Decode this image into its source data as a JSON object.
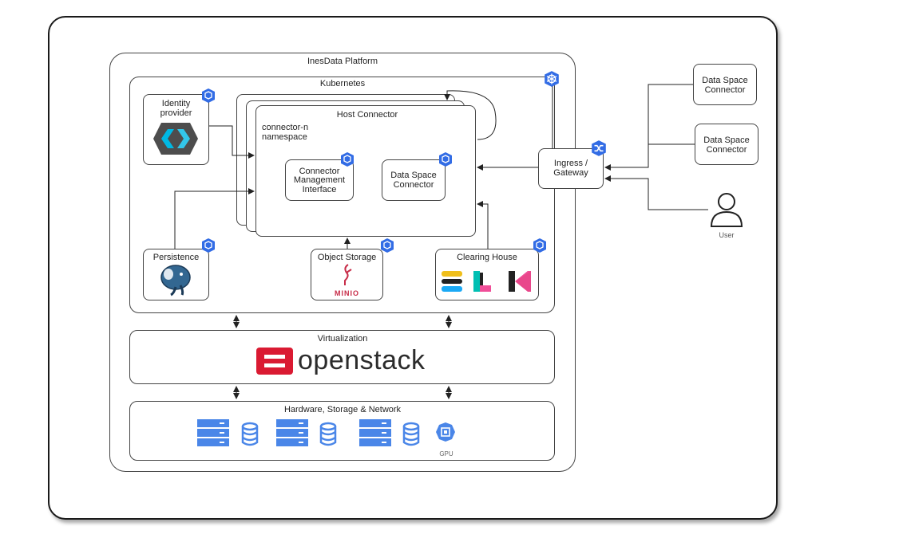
{
  "platform": {
    "title": "InesData Platform"
  },
  "kubernetes": {
    "title": "Kubernetes"
  },
  "namespace": {
    "host_title": "Host Connector",
    "label_line1": "connector-n",
    "label_line2": "namespace"
  },
  "services": {
    "identity": {
      "line1": "Identity",
      "line2": "provider"
    },
    "connector_mgmt": {
      "line1": "Connector",
      "line2": "Management",
      "line3": "Interface"
    },
    "ds_connector_inner": {
      "line1": "Data Space",
      "line2": "Connector"
    },
    "persistence": {
      "title": "Persistence"
    },
    "object_storage": {
      "title": "Object Storage",
      "logo_text": "MINIO"
    },
    "clearing_house": {
      "title": "Clearing House"
    }
  },
  "ingress": {
    "line1": "Ingress /",
    "line2": "Gateway"
  },
  "external": {
    "connector1": {
      "line1": "Data Space",
      "line2": "Connector"
    },
    "connector2": {
      "line1": "Data Space",
      "line2": "Connector"
    },
    "user": {
      "label": "User"
    }
  },
  "virtualization": {
    "title": "Virtualization",
    "logo_text": "openstack"
  },
  "hardware": {
    "title": "Hardware, Storage & Network",
    "gpu_label": "GPU"
  },
  "colors": {
    "k8s_blue": "#326ce5",
    "openstack_red": "#da1a32",
    "server_blue": "#4a86e8",
    "minio_red": "#c72c48"
  }
}
